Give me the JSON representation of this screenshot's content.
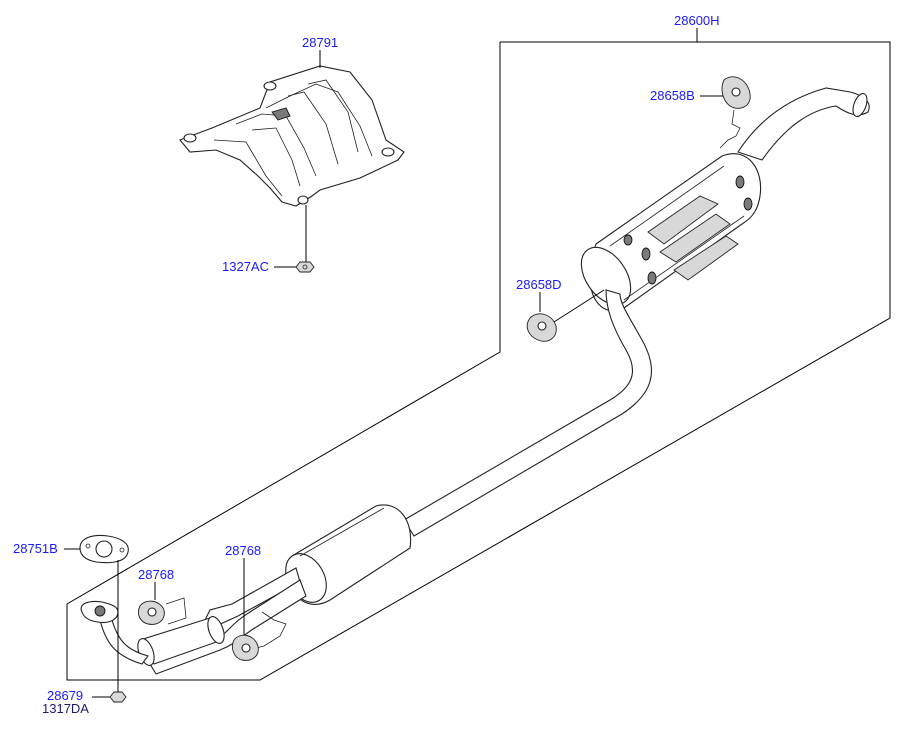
{
  "diagram": {
    "part_labels": {
      "p28600H": "28600H",
      "p28791": "28791",
      "p28658B": "28658B",
      "p28658D": "28658D",
      "p1327AC": "1327AC",
      "p28751B": "28751B",
      "p28768a": "28768",
      "p28768b": "28768",
      "p28679": "28679",
      "p1317DA": "1317DA"
    },
    "colors": {
      "label": "#1a1aff",
      "line": "#000000",
      "background": "#ffffff"
    }
  }
}
